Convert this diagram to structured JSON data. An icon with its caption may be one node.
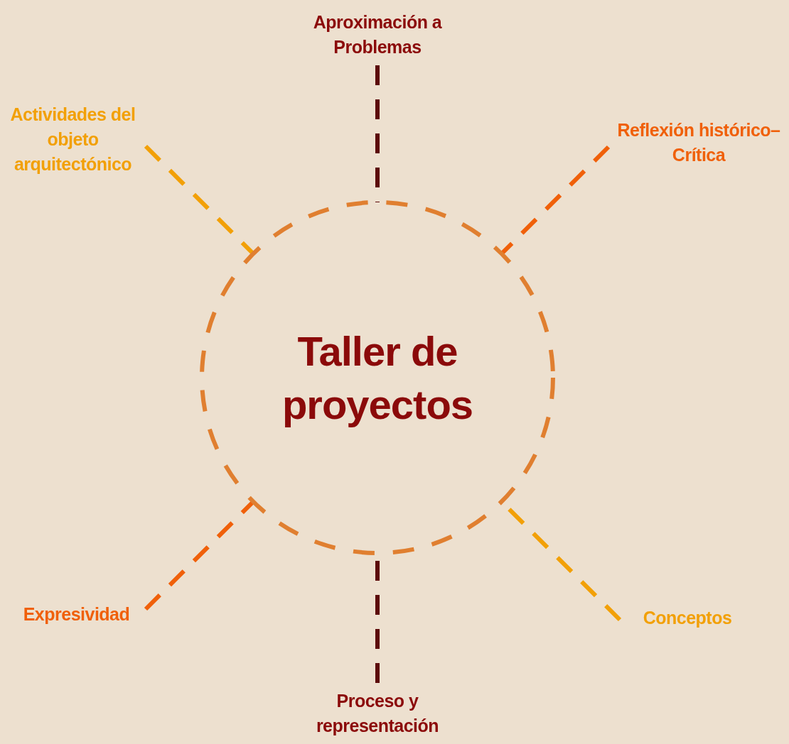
{
  "diagram": {
    "nodes": [
      {
        "text": [
          "Taller de proyectos"
        ]
      },
      {
        "text": [
          "Aproximación a Problemas"
        ]
      },
      {
        "text": [
          "Actividades del objeto arquitectónico"
        ]
      },
      {
        "text": [
          "Reflexión histórico–Crítica"
        ]
      },
      {
        "text": [
          "Expresividad"
        ]
      },
      {
        "text": [
          "Conceptos"
        ]
      },
      {
        "text": [
          "Proceso y representación"
        ]
      }
    ],
    "edges": [
      {
        "from": 1,
        "to": 0,
        "arrow": "none",
        "style": "dashed",
        "color": "#5c0a0a"
      },
      {
        "from": 2,
        "to": 0,
        "arrow": "none",
        "style": "dashed",
        "color": "#f2a007"
      },
      {
        "from": 3,
        "to": 0,
        "arrow": "none",
        "style": "dashed",
        "color": "#f0600a"
      },
      {
        "from": 4,
        "to": 0,
        "arrow": "none",
        "style": "dashed",
        "color": "#f0600a"
      },
      {
        "from": 5,
        "to": 0,
        "arrow": "none",
        "style": "dashed",
        "color": "#f2a007"
      },
      {
        "from": 6,
        "to": 0,
        "arrow": "none",
        "style": "dashed",
        "color": "#5c0a0a"
      }
    ]
  }
}
